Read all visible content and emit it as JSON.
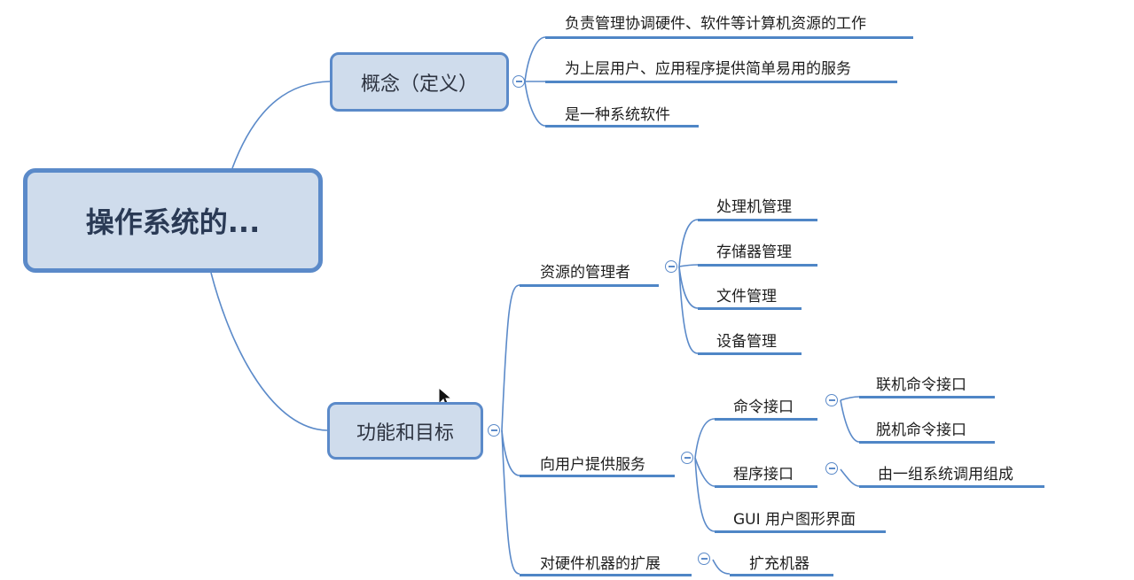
{
  "root": {
    "label": "操作系统的..."
  },
  "concept": {
    "label": "概念（定义）",
    "items": [
      "负责管理协调硬件、软件等计算机资源的工作",
      "为上层用户、应用程序提供简单易用的服务",
      "是一种系统软件"
    ]
  },
  "function": {
    "label": "功能和目标",
    "resource_manager": {
      "label": "资源的管理者",
      "items": [
        "处理机管理",
        "存储器管理",
        "文件管理",
        "设备管理"
      ]
    },
    "user_service": {
      "label": "向用户提供服务",
      "command_interface": {
        "label": "命令接口",
        "items": [
          "联机命令接口",
          "脱机命令接口"
        ]
      },
      "program_interface": {
        "label": "程序接口",
        "items": [
          "由一组系统调用组成"
        ]
      },
      "gui": {
        "label": "GUI 用户图形界面"
      }
    },
    "hardware_extension": {
      "label": "对硬件机器的扩展",
      "items": [
        "扩充机器"
      ]
    }
  },
  "colors": {
    "line": "#5b8ac9",
    "box_fill": "#cfdcec",
    "underline": "#4f86c6"
  }
}
